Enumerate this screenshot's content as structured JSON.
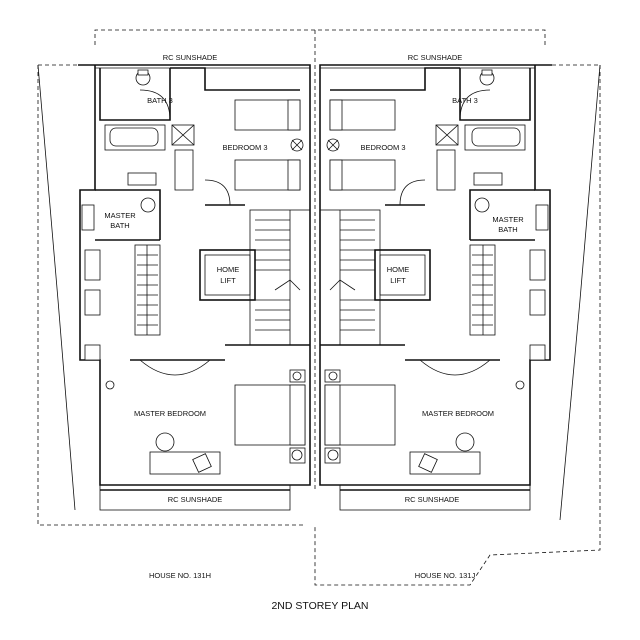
{
  "title": "2ND STOREY PLAN",
  "houses": [
    {
      "id": "131H",
      "house_label": "HOUSE NO. 131H",
      "rooms": {
        "sunshade_top": "RC SUNSHADE",
        "bath3": "BATH 3",
        "bedroom3": "BEDROOM 3",
        "master_bath_1": "MASTER",
        "master_bath_2": "BATH",
        "lift_1": "HOME",
        "lift_2": "LIFT",
        "master_bedroom": "MASTER BEDROOM",
        "sunshade_bottom": "RC SUNSHADE"
      }
    },
    {
      "id": "131J",
      "house_label": "HOUSE NO. 131J",
      "rooms": {
        "sunshade_top": "RC SUNSHADE",
        "bath3": "BATH 3",
        "bedroom3": "BEDROOM 3",
        "master_bath_1": "MASTER",
        "master_bath_2": "BATH",
        "lift_1": "HOME",
        "lift_2": "LIFT",
        "master_bedroom": "MASTER BEDROOM",
        "sunshade_bottom": "RC SUNSHADE"
      }
    }
  ]
}
